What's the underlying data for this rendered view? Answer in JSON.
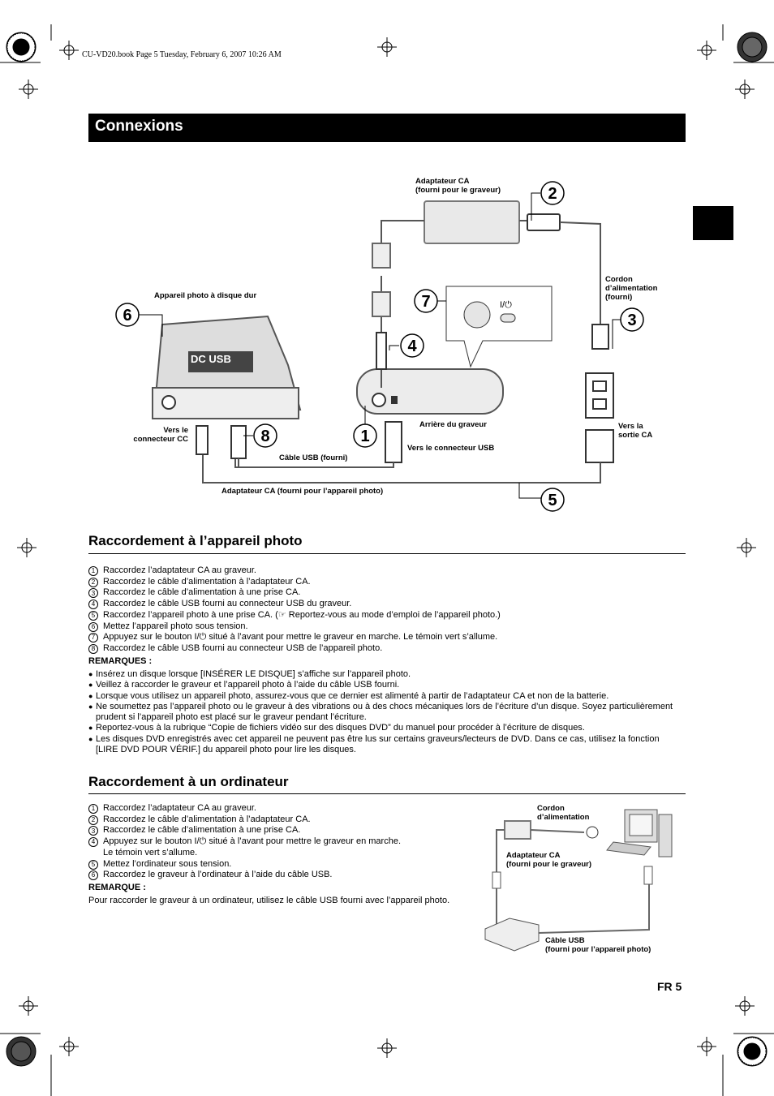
{
  "header": {
    "file_line": "CU-VD20.book  Page 5  Tuesday, February 6, 2007  10:26 AM"
  },
  "title": "Connexions",
  "diagram1": {
    "labels": {
      "ac_adapter_burner": "Adaptateur CA\n(fourni pour le graveur)",
      "camera": "Appareil photo à disque dur",
      "power_cord": "Cordon\nd’alimentation\n(fourni)",
      "to_dc": "Vers le\nconnecteur CC",
      "burner_back": "Arrière du graveur",
      "to_usb": "Vers le connecteur USB",
      "usb_cable": "Câble USB (fourni)",
      "to_ac_outlet": "Vers la\nsortie CA",
      "ac_adapter_camera": "Adaptateur CA (fourni pour l’appareil photo)",
      "dc_usb": "DC   USB",
      "power_switch": "I/⏻"
    },
    "callouts": [
      "1",
      "2",
      "3",
      "4",
      "5",
      "6",
      "7",
      "8"
    ]
  },
  "section1": {
    "heading": "Raccordement à l’appareil photo",
    "steps": [
      "Raccordez l’adaptateur CA au graveur.",
      "Raccordez le câble d’alimentation à l’adaptateur CA.",
      "Raccordez le câble d’alimentation à une prise CA.",
      "Raccordez le câble USB fourni au connecteur USB du graveur.",
      "Raccordez l’appareil photo à une prise CA. (☞ Reportez-vous au mode d’emploi de l’appareil photo.)",
      "Mettez l’appareil photo sous tension.",
      "Appuyez sur le bouton I/⏻ situé à l’avant pour mettre le graveur en marche. Le témoin vert s’allume.",
      "Raccordez le câble USB fourni au connecteur USB de l’appareil photo."
    ],
    "notes_heading": "REMARQUES :",
    "notes": [
      "Insérez un disque lorsque [INSÉRER LE DISQUE] s’affiche sur l’appareil photo.",
      "Veillez à raccorder le graveur et l’appareil photo à l’aide du câble USB fourni.",
      "Lorsque vous utilisez un appareil photo, assurez-vous que ce dernier est alimenté à partir de l’adaptateur CA et non de la batterie.",
      "Ne soumettez pas l’appareil photo ou le graveur à des vibrations ou à des chocs mécaniques lors de l’écriture d’un disque. Soyez particulièrement prudent si l’appareil photo est placé sur le graveur pendant l’écriture.",
      "Reportez-vous à la rubrique “Copie de fichiers vidéo sur des disques DVD” du manuel pour procéder à l’écriture de disques.",
      "Les disques DVD enregistrés avec cet appareil ne peuvent pas être lus sur certains graveurs/lecteurs de DVD. Dans ce cas, utilisez la fonction [LIRE DVD POUR VÉRIF.] du appareil photo pour lire les disques."
    ]
  },
  "section2": {
    "heading": "Raccordement à un ordinateur",
    "steps": [
      "Raccordez l’adaptateur CA au graveur.",
      "Raccordez le câble d’alimentation à l’adaptateur CA.",
      "Raccordez le câble d’alimentation à une prise CA.",
      "Appuyez sur le bouton I/⏻ situé à l’avant pour mettre le graveur en marche.\nLe témoin vert s’allume.",
      "Mettez l’ordinateur sous tension.",
      "Raccordez le graveur à l’ordinateur à l’aide du câble USB."
    ],
    "note_heading": "REMARQUE :",
    "note": "Pour raccorder le graveur à un ordinateur, utilisez le câble USB fourni avec l’appareil photo.",
    "diagram_labels": {
      "cord": "Cordon\nd’alimentation",
      "adapter": "Adaptateur CA\n(fourni pour le graveur)",
      "usb": "Câble USB\n(fourni pour l’appareil photo)"
    }
  },
  "footer": {
    "page": "FR  5"
  }
}
